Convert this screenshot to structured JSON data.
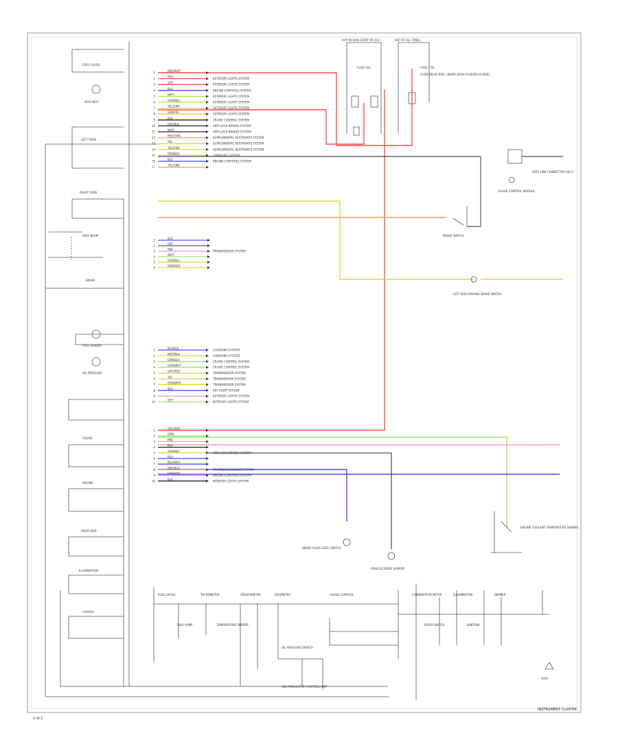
{
  "page_label": "1 of 2",
  "title": "INSTRUMENT CLUSTER",
  "colors": {
    "red": "#ff4d4d",
    "pink": "#ff9aa8",
    "green": "#9be27a",
    "yellow": "#d8d840",
    "orange": "#ffa060",
    "blue": "#4a4aff",
    "black": "#202020",
    "frame": "#888888"
  },
  "left_devices": [
    {
      "id": "fuel-gauge",
      "label": "FUEL GAUGE"
    },
    {
      "id": "seat-belt",
      "label": "SEAT BELT"
    },
    {
      "id": "left-turn",
      "label": "LEFT TURN"
    },
    {
      "id": "right-turn",
      "label": "RIGHT TURN"
    },
    {
      "id": "high-beam",
      "label": "HIGH BEAM"
    },
    {
      "id": "fuel-sender",
      "label": "FUEL SENDER"
    },
    {
      "id": "oil-pressure",
      "label": "OIL PRESSURE"
    },
    {
      "id": "brake",
      "label": "BRAKE"
    },
    {
      "id": "cruise",
      "label": "CRUISE"
    },
    {
      "id": "engine",
      "label": "ENGINE"
    },
    {
      "id": "door-ajar",
      "label": "DOOR AJAR"
    },
    {
      "id": "illumination",
      "label": "ILLUMINATION"
    },
    {
      "id": "charge",
      "label": "CHARGE"
    }
  ],
  "connector_groups": [
    {
      "label_entries": [
        {
          "wire": "RED/WHT",
          "color": "red",
          "desc": ""
        },
        {
          "wire": "RED",
          "color": "red",
          "desc": "EXTERIOR LIGHTS SYSTEM"
        },
        {
          "wire": "GRY",
          "color": "red",
          "desc": "EXTERIOR LIGHTS SYSTEM"
        },
        {
          "wire": "BLU",
          "color": "blue",
          "desc": "ENGINE CONTROLS SYSTEM"
        },
        {
          "wire": "WHT",
          "color": "green",
          "desc": "EXTERIOR LIGHTS SYSTEM"
        },
        {
          "wire": "GRN/BLK",
          "color": "yellow",
          "desc": "EXTERIOR LIGHTS SYSTEM"
        },
        {
          "wire": "YEL/GRN",
          "color": "yellow",
          "desc": "EXTERIOR LIGHTS SYSTEM"
        },
        {
          "wire": "GRN/YEL",
          "color": "yellow",
          "desc": "EXTERIOR LIGHTS SYSTEM"
        },
        {
          "wire": "BLK",
          "color": "black",
          "desc": "CRUISE CONTROL SYSTEM"
        },
        {
          "wire": "GRY/BLK",
          "color": "black",
          "desc": "ANTI-LOCK BRAKES SYSTEM"
        },
        {
          "wire": "WHT",
          "color": "black",
          "desc": "ANTI-LOCK BRAKES SYSTEM"
        },
        {
          "wire": "RED/GRN",
          "color": "orange",
          "desc": "SUPPLEMENTAL RESTRAINTS SYSTEM"
        },
        {
          "wire": "YEL",
          "color": "yellow",
          "desc": "SUPPLEMENTAL RESTRAINTS SYSTEM"
        },
        {
          "wire": "YEL/GRN",
          "color": "yellow",
          "desc": "SUPPLEMENTAL RESTRAINTS SYSTEM"
        },
        {
          "wire": "GRN/BLK",
          "color": "yellow",
          "desc": "CHARGING SYSTEM"
        },
        {
          "wire": "BLU",
          "color": "blue",
          "desc": "ENGINE CONTROLS SYSTEM"
        },
        {
          "wire": "YEL/GRN",
          "color": "orange",
          "desc": ""
        }
      ]
    },
    {
      "label_entries": [
        {
          "wire": "BLU",
          "color": "blue",
          "desc": ""
        },
        {
          "wire": "GRY",
          "color": "blue",
          "desc": ""
        },
        {
          "wire": "PNK",
          "color": "pink",
          "desc": "TRANSMISSION SYSTEM"
        },
        {
          "wire": "WHT",
          "color": "green",
          "desc": ""
        },
        {
          "wire": "GRN/BLU",
          "color": "yellow",
          "desc": ""
        },
        {
          "wire": "GRN/RED",
          "color": "yellow",
          "desc": ""
        }
      ]
    },
    {
      "label_entries": [
        {
          "wire": "BLU/BLK",
          "color": "blue",
          "desc": "CHARGING SYSTEM"
        },
        {
          "wire": "WHT/BLU",
          "color": "yellow",
          "desc": "CHARGING SYSTEM"
        },
        {
          "wire": "GRN/BLK",
          "color": "green",
          "desc": "CRUISE CONTROL SYSTEM"
        },
        {
          "wire": "GRN/WHT",
          "color": "green",
          "desc": "CRUISE CONTROL SYSTEM"
        },
        {
          "wire": "GRY/RED",
          "color": "yellow",
          "desc": "TRANSMISSION SYSTEM"
        },
        {
          "wire": "YEL",
          "color": "yellow",
          "desc": "TRANSMISSION SYSTEM"
        },
        {
          "wire": "GRN/WHT",
          "color": "yellow",
          "desc": "TRANSMISSION SYSTEM"
        },
        {
          "wire": "BLU",
          "color": "blue",
          "desc": "KEY START SYSTEM"
        },
        {
          "wire": "",
          "color": "pink",
          "desc": "EXTERIOR LIGHTS SYSTEM"
        },
        {
          "wire": "GRY",
          "color": "green",
          "desc": "INTERIOR LIGHTS SYSTEM"
        }
      ]
    },
    {
      "label_entries": [
        {
          "wire": "RED/WHT",
          "color": "red",
          "desc": ""
        },
        {
          "wire": "GRN",
          "color": "green",
          "desc": ""
        },
        {
          "wire": "PNK",
          "color": "pink",
          "desc": ""
        },
        {
          "wire": "BLK",
          "color": "black",
          "desc": ""
        },
        {
          "wire": "GRN/BLU",
          "color": "yellow",
          "desc": "ANTI-LOCK BRAKES SYSTEM"
        },
        {
          "wire": "BLU",
          "color": "blue",
          "desc": ""
        },
        {
          "wire": "BLU/WHT",
          "color": "blue",
          "desc": ""
        },
        {
          "wire": "RED/BLK",
          "color": "orange",
          "desc": "STARTING/CHARGING SYSTEM"
        },
        {
          "wire": "GRN/RED",
          "color": "orange",
          "desc": "ENGINE CONTROLS SYSTEM"
        },
        {
          "wire": "BLK",
          "color": "black",
          "desc": "INTERIOR LIGHTS SYSTEM"
        }
      ]
    }
  ],
  "right_components": {
    "fuse_top_left": "HOT IN RUN, START OR ACC",
    "fuse_top_right": "HOT AT ALL TIMES",
    "fuse_a_label": "FUSE 15A",
    "fuse_b_label": "FUSE 7.5A",
    "fuse_list": "(FUSE RELAY BOX, UNDER DASH FUSE/RELAY BOX)",
    "connector_note": "DATA LINK CONNECTOR (DLC)",
    "gauge_control": "GAUGE CONTROL MODULE",
    "brake_switch": "BRAKE SWITCH",
    "left_side_parking": "LEFT SIDE PARKING BRAKE SWITCH",
    "brake_fluid_switch": "BRAKE FLUID LEVEL SWITCH",
    "engine_coolant": "ENGINE COOLANT TEMPERATURE SENDER",
    "vss": "VEHICLE SPEED SENSOR",
    "abs_module": "ABS MODULATOR CONTROL UNIT",
    "fuel_pump": "FUEL PUMP",
    "temperature_sender": "TEMPERATURE SENDER",
    "oil_switch": "OIL PRESSURE SWITCH",
    "door_switch": "DOOR SWITCH",
    "ignition_bus": "IGNITION",
    "ground_label": "G401"
  },
  "bottom_labels": [
    "FUEL GAUGE",
    "TACHOMETER",
    "SPEEDOMETER",
    "ODOMETER",
    "GAUGE CONTROL",
    "COMBINATION METER",
    "ILLUMINATION",
    "DIMMER"
  ]
}
